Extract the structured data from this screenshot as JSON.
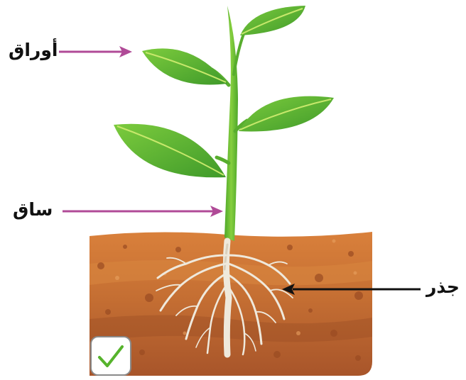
{
  "labels": {
    "leaves": "أوراق",
    "stem": "ساق",
    "root": "جذر"
  },
  "colors": {
    "pointer_arrow": "#b04a97",
    "root_arrow": "#111111",
    "soil": "#c86f34",
    "leaf": "#5cb431",
    "stem": "#6dbb2c",
    "root": "#efe9dc",
    "check": "#56b32c"
  },
  "icons": {
    "check": "check-icon"
  }
}
